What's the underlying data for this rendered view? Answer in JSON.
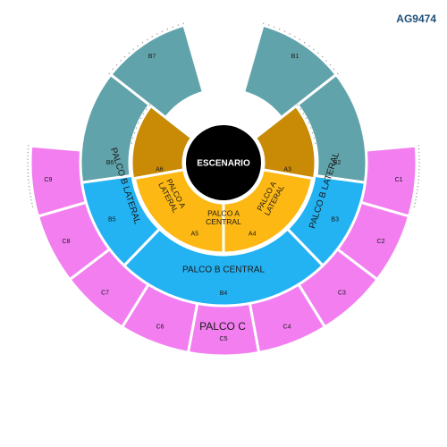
{
  "map_code": "AG9474",
  "stage_label": "ESCENARIO",
  "colors": {
    "palco_a_lateral": "#c98a05",
    "palco_a_central": "#fdb814",
    "palco_b_lateral": "#61a3aa",
    "palco_b_central": "#23b2f2",
    "palco_c": "#f27ef0",
    "stage": "#000000"
  },
  "zones": {
    "palco_a_lateral": "PALCO A LATERAL",
    "palco_a_central": "PALCO A CENTRAL",
    "palco_b_lateral": "PALCO B LATERAL",
    "palco_b_central": "PALCO B CENTRAL",
    "palco_c": "PALCO C"
  },
  "sections": {
    "A3": "A3",
    "A4": "A4",
    "A5": "A5",
    "A6": "A6",
    "B1": "B1",
    "B2": "B2",
    "B3": "B3",
    "B4": "B4",
    "B5": "B5",
    "B6": "B6",
    "B7": "B7",
    "C1": "C1",
    "C2": "C2",
    "C3": "C3",
    "C4": "C4",
    "C5": "C5",
    "C6": "C6",
    "C7": "C7",
    "C8": "C8",
    "C9": "C9"
  }
}
